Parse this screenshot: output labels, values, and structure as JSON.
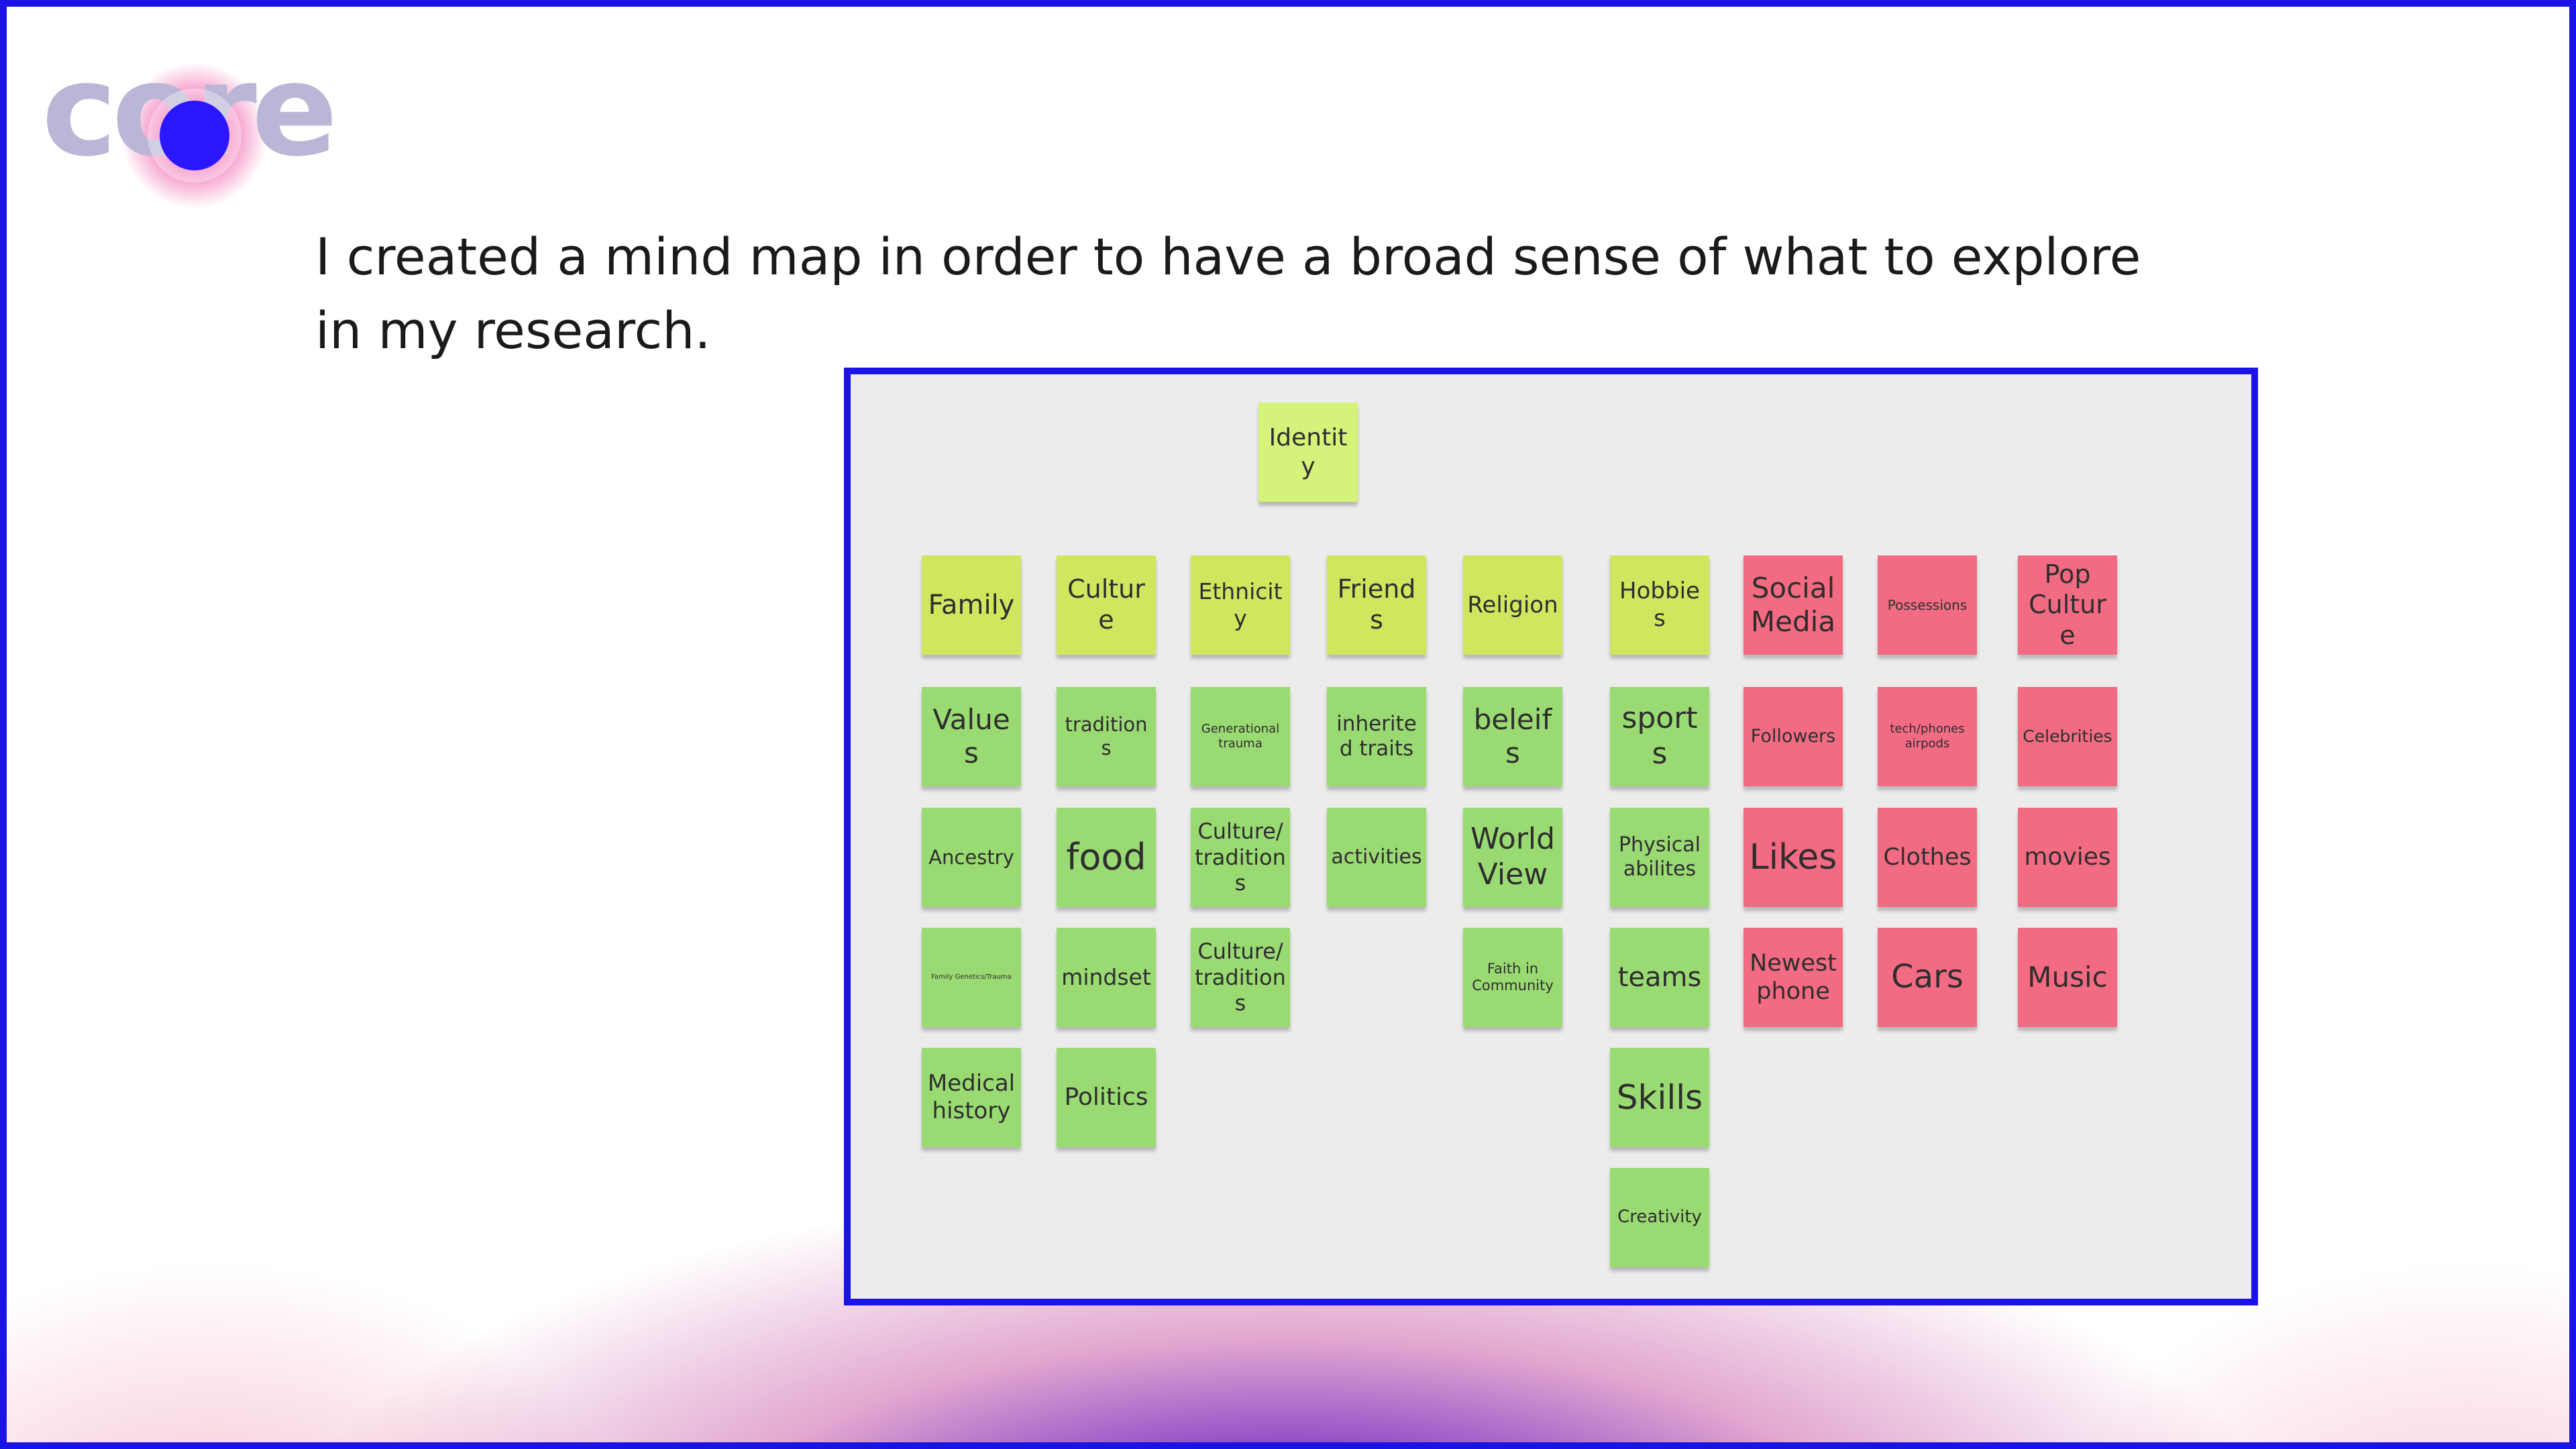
{
  "logo": {
    "text": "core"
  },
  "headline": "I created a mind map in order to have a broad sense of what to explore in my research.",
  "mindmap": {
    "root": "Identity",
    "columns": [
      {
        "header": "Family",
        "items": [
          "Values",
          "Ancestry",
          "Family Genetics/Trauma",
          "Medical history"
        ]
      },
      {
        "header": "Culture",
        "items": [
          "traditions",
          "food",
          "mindset",
          "Politics"
        ]
      },
      {
        "header": "Ethnicity",
        "items": [
          "Generational trauma",
          "Culture/ tradition s",
          "Culture/ tradition s"
        ]
      },
      {
        "header": "Friends",
        "items": [
          "inherited traits",
          "activities"
        ]
      },
      {
        "header": "Religion",
        "items": [
          "beleifs",
          "World View",
          "Faith in Community"
        ]
      },
      {
        "header": "Hobbies",
        "items": [
          "sports",
          "Physical abilites",
          "teams",
          "Skills",
          "Creativity"
        ]
      },
      {
        "header": "Social Media",
        "items": [
          "Followers",
          "Likes",
          "Newest phone"
        ]
      },
      {
        "header": "Possessions",
        "items": [
          "tech/phones airpods",
          "Clothes",
          "Cars"
        ]
      },
      {
        "header": "Pop Culture",
        "items": [
          "Celebrities",
          "movies",
          "Music"
        ]
      }
    ]
  },
  "colors": {
    "border": "#1b12e6",
    "header_note": "#cfe65e",
    "item_note": "#9ada72",
    "pink_note": "#f26b82",
    "root_note": "#d5f27a"
  }
}
